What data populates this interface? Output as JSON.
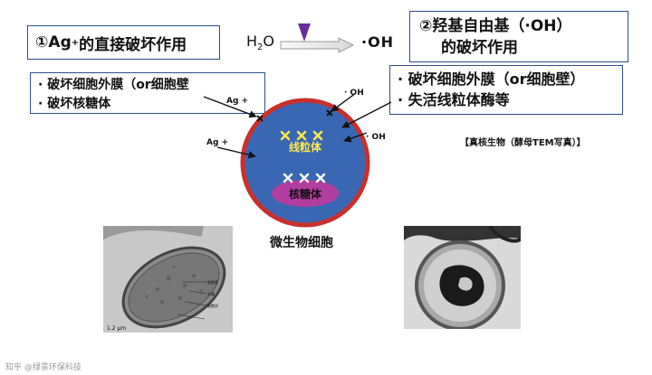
{
  "title_left": {
    "num": "①",
    "prefix": "Ag",
    "sup": "+",
    "rest": "的直接破坏作用"
  },
  "title_right": {
    "line1": "②羟基自由基（·OH）",
    "line2": "的破坏作用"
  },
  "equation": {
    "h": "H",
    "sub": "2",
    "o": "O",
    "product": "·OH"
  },
  "list_left": [
    "· 破坏细胞外膜（or细胞壁",
    "· 破坏核糖体"
  ],
  "list_right": [
    "· 破坏细胞外膜（or细胞壁）",
    "· 失活线粒体酶等"
  ],
  "pointer_labels": {
    "ag1": "Ag +",
    "ag2": "Ag +",
    "oh1": "· OH",
    "oh2": "· OH"
  },
  "cell": {
    "mitochondria": "线粒体",
    "ribosome": "核糖体",
    "label": "微生物细胞"
  },
  "tem_caption": "【真核生物（酵母TEM写真）】",
  "micro_labels": [
    "细胞壁",
    "外膜",
    "细胞质",
    "1.2 μm"
  ],
  "watermark": "知乎 @绿景环保科技",
  "colors": {
    "cell_fill": "#3a67b3",
    "cell_border": "#c9302c",
    "ribosome_fill": "#b23ea0",
    "mark_yellow": "#ffe94d",
    "arrow_purple": "#6a2c9b",
    "box_border": "#2e4f8a"
  }
}
